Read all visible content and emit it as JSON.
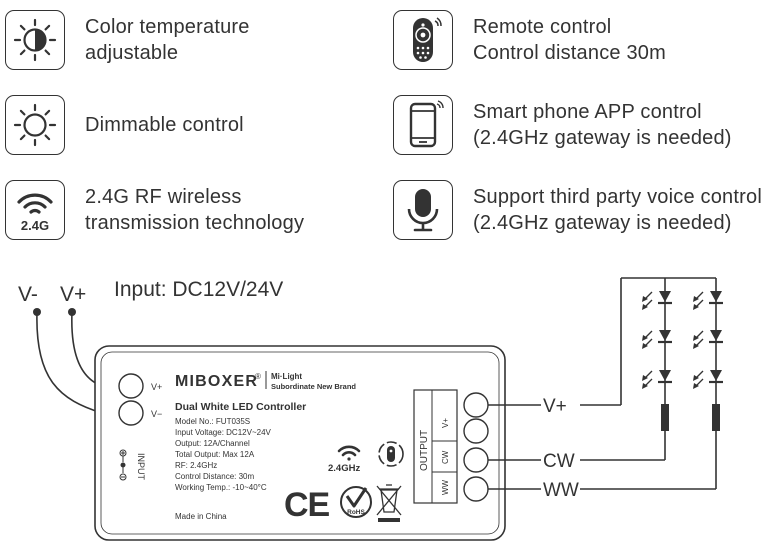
{
  "features": [
    {
      "icon": "color-temperature-icon",
      "lines": [
        "Color temperature",
        "adjustable"
      ]
    },
    {
      "icon": "remote-control-icon",
      "lines": [
        "Remote control",
        "Control distance 30m"
      ]
    },
    {
      "icon": "brightness-icon",
      "lines": [
        "Dimmable control"
      ]
    },
    {
      "icon": "smartphone-icon",
      "lines": [
        "Smart phone APP control",
        "(2.4GHz gateway is needed)"
      ]
    },
    {
      "icon": "wifi-2-4g-icon",
      "icon_text": "2.4G",
      "lines": [
        "2.4G RF wireless",
        "transmission technology"
      ]
    },
    {
      "icon": "microphone-icon",
      "lines": [
        "Support third party voice control",
        "(2.4GHz gateway is needed)"
      ]
    }
  ],
  "wiring": {
    "v_minus": "V-",
    "v_plus": "V+",
    "input_label": "Input: DC12V/24V",
    "out_vplus": "V+",
    "out_cw": "CW",
    "out_ww": "WW"
  },
  "device": {
    "brand": "MIBOXER",
    "registered": "®",
    "sub_brand_1": "Mi·Light",
    "sub_brand_2": "Subordinate New Brand",
    "title": "Dual White LED Controller",
    "specs": [
      "Model No.: FUT035S",
      "Input Voltage: DC12V~24V",
      "Output: 12A/Channel",
      "Total Output: Max 12A",
      "RF: 2.4GHz",
      "Control Distance: 30m",
      "Working Temp.: -10~40°C"
    ],
    "made_in": "Made in China",
    "input_terminal_plus": "V+",
    "input_terminal_minus": "V−",
    "input_side_label": "INPUT",
    "output_side_label": "OUTPUT",
    "output_terminals": [
      "V+",
      "CW",
      "WW"
    ],
    "rf_badge": "2.4GHz",
    "ce_mark": "CE",
    "rohs_mark": "RoHS"
  }
}
